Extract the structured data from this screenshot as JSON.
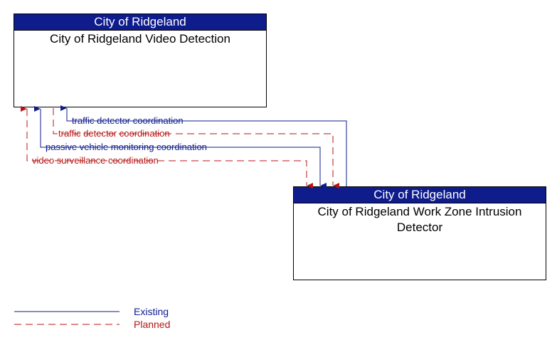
{
  "elements": {
    "video_detection": {
      "owner": "City of Ridgeland",
      "name": "City of Ridgeland Video Detection"
    },
    "work_zone": {
      "owner": "City of Ridgeland",
      "name": "City of Ridgeland Work Zone Intrusion Detector"
    }
  },
  "flows": [
    {
      "label": "traffic detector coordination",
      "status": "Existing",
      "color": "#0f1c8c"
    },
    {
      "label": "traffic detector coordination",
      "status": "Planned",
      "color": "#b81414"
    },
    {
      "label": "passive vehicle monitoring coordination",
      "status": "Existing",
      "color": "#0f1c8c"
    },
    {
      "label": "video surveillance coordination",
      "status": "Planned",
      "color": "#b81414"
    }
  ],
  "legend": {
    "existing": {
      "label": "Existing",
      "color": "#0f1c8c"
    },
    "planned": {
      "label": "Planned",
      "color": "#b81414"
    }
  }
}
